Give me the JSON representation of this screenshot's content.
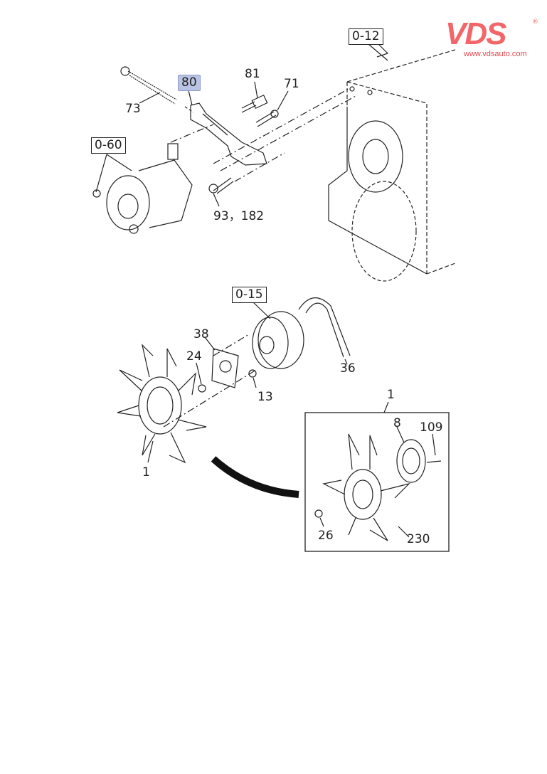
{
  "logo": {
    "brand": "VDS",
    "url": "www.vdsauto.com",
    "accent": "#f2666a"
  },
  "callouts": {
    "ref_0_12": "0-12",
    "ref_0_60": "0-60",
    "ref_0_15": "0-15",
    "p80": "80",
    "p81": "81",
    "p71": "71",
    "p73": "73",
    "p93_182": "93，182",
    "p38": "38",
    "p24": "24",
    "p13": "13",
    "p36": "36",
    "p1": "1",
    "inset_1": "1",
    "p8": "8",
    "p109": "109",
    "p26": "26",
    "p230": "230"
  },
  "highlight_color": "#b9c3e3"
}
